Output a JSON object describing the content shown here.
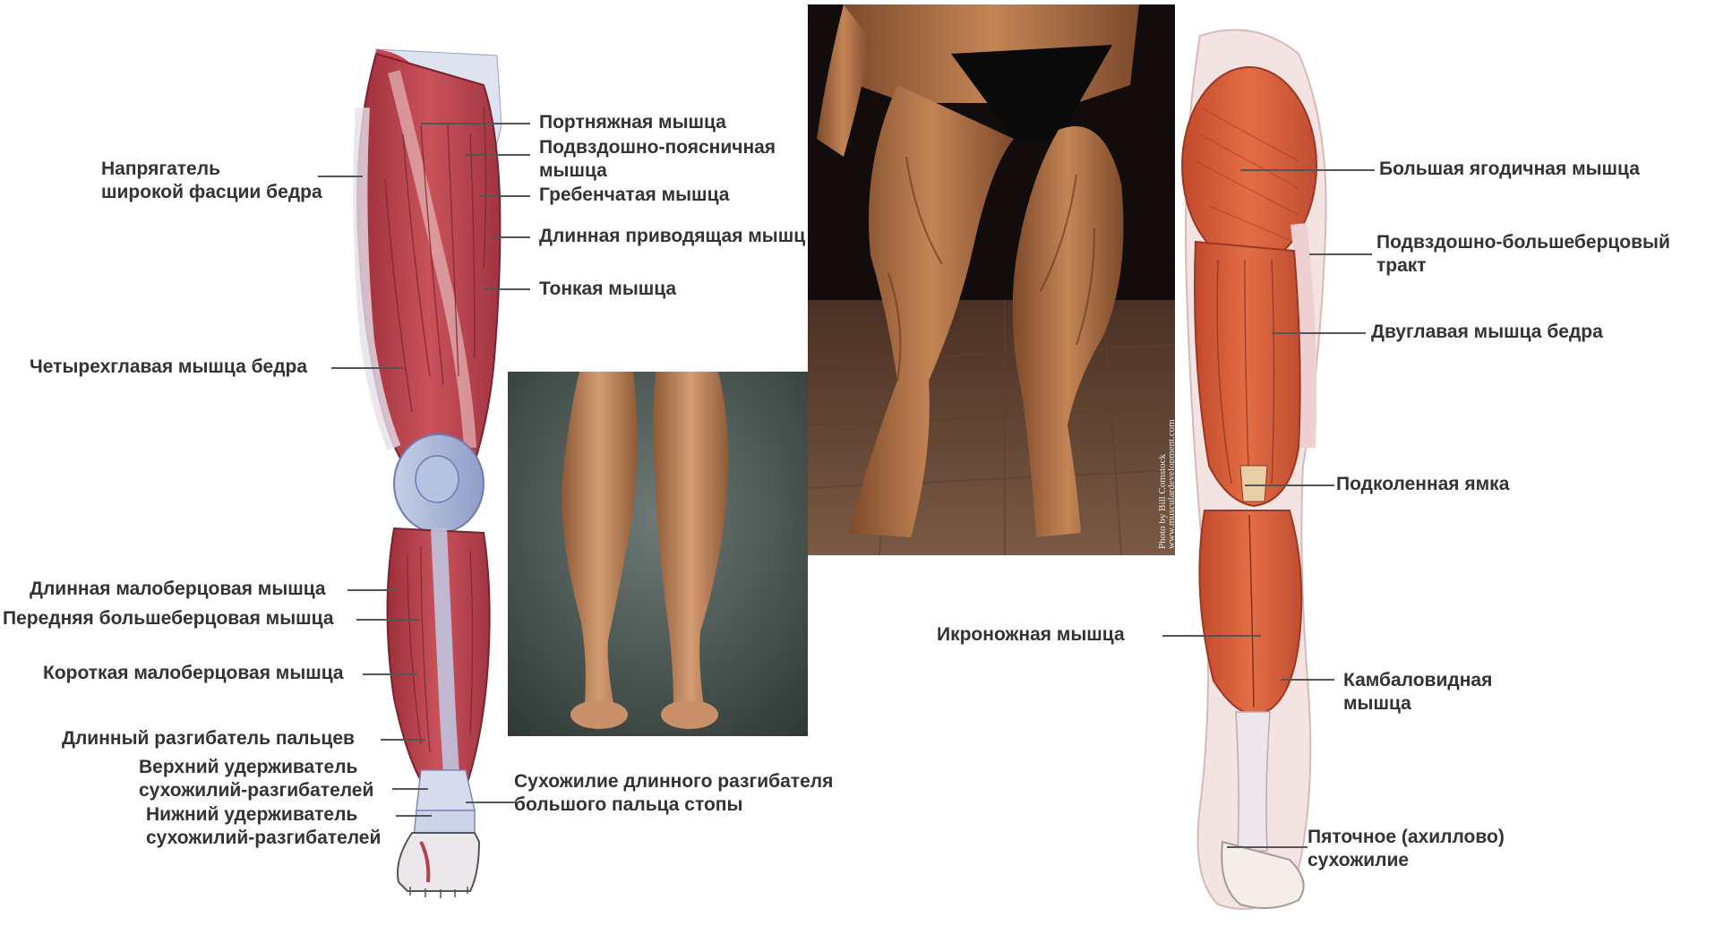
{
  "front_labels": {
    "tensor_line1": "Напрягатель",
    "tensor_line2": "широкой фасции бедра",
    "sartorius": "Портняжная мышца",
    "iliopsoas_line1": "Подвздошно-поясничная",
    "iliopsoas_line2": "мышца",
    "pectineus": "Гребенчатая мышца",
    "adductor_longus": "Длинная приводящая мышца",
    "gracilis": "Тонкая мышца",
    "quadriceps": "Четырехглавая мышца бедра",
    "peroneus_longus": "Длинная малоберцовая мышца",
    "tibialis_anterior": "Передняя большеберцовая мышца",
    "peroneus_brevis": "Короткая малоберцовая мышца",
    "extensor_digitorum": "Длинный разгибатель пальцев",
    "sup_retinaculum_line1": "Верхний удерживатель",
    "sup_retinaculum_line2": "сухожилий-разгибателей",
    "inf_retinaculum_line1": "Нижний удерживатель",
    "inf_retinaculum_line2": "сухожилий-разгибателей",
    "hallucis_tendon_line1": "Сухожилие длинного разгибателя",
    "hallucis_tendon_line2": "большого пальца стопы"
  },
  "back_labels": {
    "gluteus_maximus": "Большая ягодичная мышца",
    "it_tract_line1": "Подвздошно-большеберцовый",
    "it_tract_line2": "тракт",
    "biceps_femoris": "Двуглавая мышца бедра",
    "popliteal_fossa": "Подколенная ямка",
    "gastrocnemius": "Икроножная мышца",
    "soleus_line1": "Камбаловидная",
    "soleus_line2": "мышца",
    "achilles_line1": "Пяточное (ахиллово)",
    "achilles_line2": "сухожилие"
  },
  "photo_credit": {
    "line1": "Photo by Bill Comstock",
    "line2": "www.musculardevelopment.com"
  },
  "colors": {
    "label_text": "#333333",
    "leader_line": "#555555",
    "muscle_red": "#b8434a",
    "muscle_orange": "#d9663e",
    "tendon_blue": "#a9b6d6",
    "skin": "#c98a5e"
  }
}
